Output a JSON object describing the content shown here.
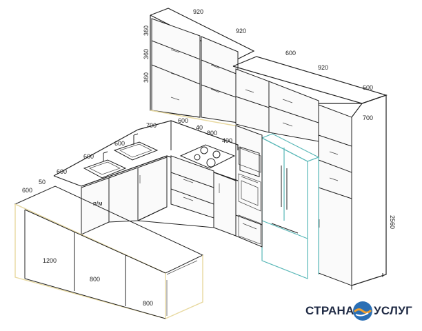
{
  "dimensions": {
    "wall_width_1": "920",
    "wall_width_2": "920",
    "wall_width_3": "600",
    "wall_width_4": "920",
    "wall_depth_right": "600",
    "wall_height_1": "360",
    "wall_height_2": "360",
    "wall_height_3": "360",
    "tall_depth": "700",
    "tall_height": "2560",
    "counter_700": "700",
    "counter_600_top": "600",
    "counter_40": "40",
    "counter_800": "800",
    "counter_400": "400",
    "sink_600_a": "600",
    "sink_600_b": "600",
    "left_600": "600",
    "left_50": "50",
    "left_600_b": "600",
    "pm_label": "п/м",
    "island_1200": "1200",
    "island_800_a": "800",
    "island_800_b": "800"
  },
  "logo": {
    "text_left": "СТРАНА",
    "text_right": "УСЛУГ",
    "icon": "handshake-icon",
    "colors": {
      "text": "#1f2a44",
      "circle": "#2a6fb5",
      "hands": "#f0a030"
    }
  }
}
